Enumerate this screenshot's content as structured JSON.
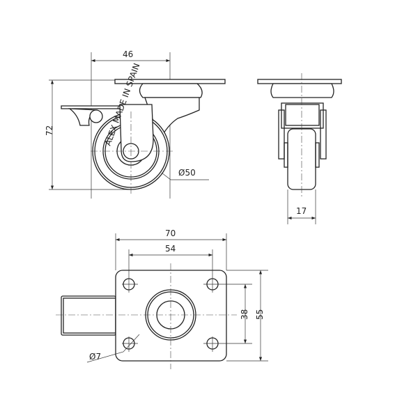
{
  "dimensions": {
    "side_view": {
      "swivel_offset": "46",
      "height": "72",
      "wheel_diameter": "Ø50"
    },
    "front_view": {
      "wheel_width": "17"
    },
    "top_view": {
      "plate_length": "70",
      "hole_spacing_length": "54",
      "hole_spacing_width": "38",
      "plate_width": "55",
      "hole_diameter": "Ø7"
    }
  },
  "wheel_marking": "ALEX MADE IN SPAIN"
}
